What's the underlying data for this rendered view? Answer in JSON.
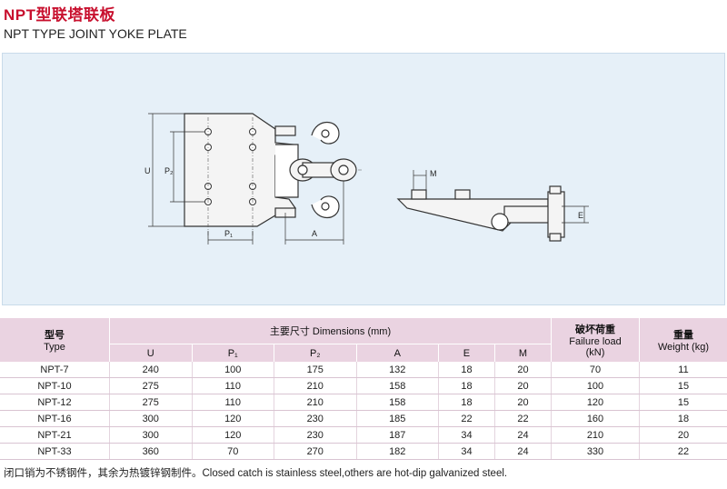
{
  "header": {
    "title": "NPT型联塔联板",
    "subtitle": "NPT TYPE JOINT YOKE PLATE"
  },
  "drawing_labels": {
    "u": "U",
    "p2": "P₂",
    "p1": "P₁",
    "a": "A",
    "m": "M",
    "e": "E"
  },
  "table": {
    "type_cn": "型号",
    "type_en": "Type",
    "dims_group": "主要尺寸 Dimensions (mm)",
    "dim_cols": [
      "U",
      "P₁",
      "P₂",
      "A",
      "E",
      "M"
    ],
    "fail_cn": "破坏荷重",
    "fail_en": "Failure load",
    "fail_unit": "(kN)",
    "weight_cn": "重量",
    "weight_en": "Weight (kg)",
    "rows": [
      [
        "NPT-7",
        "240",
        "100",
        "175",
        "132",
        "18",
        "20",
        "70",
        "11"
      ],
      [
        "NPT-10",
        "275",
        "110",
        "210",
        "158",
        "18",
        "20",
        "100",
        "15"
      ],
      [
        "NPT-12",
        "275",
        "110",
        "210",
        "158",
        "18",
        "20",
        "120",
        "15"
      ],
      [
        "NPT-16",
        "300",
        "120",
        "230",
        "185",
        "22",
        "22",
        "160",
        "18"
      ],
      [
        "NPT-21",
        "300",
        "120",
        "230",
        "187",
        "34",
        "24",
        "210",
        "20"
      ],
      [
        "NPT-33",
        "360",
        "70",
        "270",
        "182",
        "34",
        "24",
        "330",
        "22"
      ]
    ]
  },
  "footer": {
    "note": "闭口销为不锈钢件，其余为热镀锌钢制件。Closed catch is stainless steel,others are hot-dip galvanized steel."
  }
}
